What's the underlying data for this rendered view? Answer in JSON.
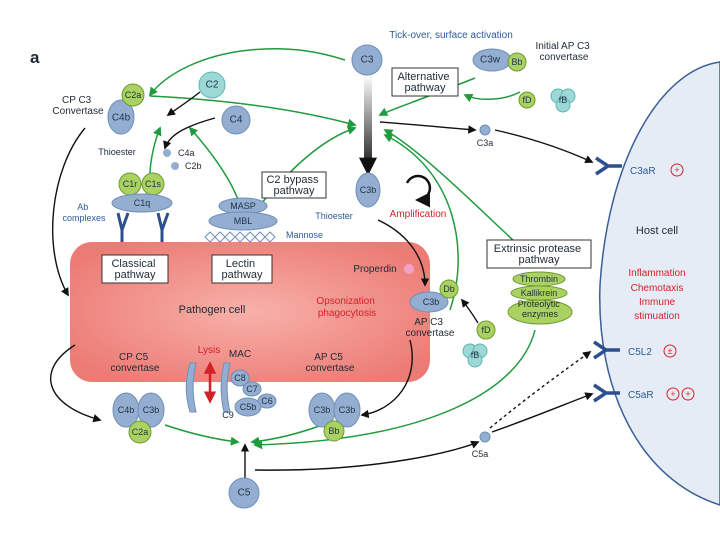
{
  "panel_letter": "a",
  "colors": {
    "blue_protein": "#93aed0",
    "blue_protein_stroke": "#6f8fb8",
    "green_protein": "#a9d262",
    "green_protein_stroke": "#6f9a30",
    "teal_protein": "#9bd8d6",
    "pathogen_fill": "#f18d86",
    "host_cell_fill": "#e6ecf5",
    "host_cell_stroke": "#3a5f98",
    "arrow_green": "#1f9a3c",
    "arrow_black": "#111111",
    "text_red": "#d42128",
    "text_blue": "#2d5b9a",
    "properdin_pink": "#f0a3c7"
  },
  "labels": {
    "tickover": "Tick-over, surface activation",
    "initial_ap": [
      "Initial AP C3",
      "convertase"
    ],
    "cp_c3_convertase": [
      "CP C3",
      "Convertase"
    ],
    "alternative_pathway": [
      "Alternative",
      "pathway"
    ],
    "c2_bypass": [
      "C2 bypass",
      "pathway"
    ],
    "classical_pathway": [
      "Classical",
      "pathway"
    ],
    "lectin_pathway": [
      "Lectin",
      "pathway"
    ],
    "extrinsic_protease": [
      "Extrinsic protease",
      "pathway"
    ],
    "thioester_left": "Thioester",
    "thioester_mid": "Thioester",
    "amplification": "Amplification",
    "ab_complexes": [
      "Ab",
      "complexes"
    ],
    "mannose": "Mannose",
    "properdin": "Properdin",
    "pathogen_cell": "Pathogen cell",
    "opsonization": [
      "Opsonization",
      "phagocytosis"
    ],
    "ap_c3_convertase": [
      "AP C3",
      "convertase"
    ],
    "lysis": "Lysis",
    "mac": "MAC",
    "cp_c5_convertase": [
      "CP C5",
      "convertase"
    ],
    "ap_c5_convertase": [
      "AP C5",
      "convertase"
    ],
    "host_cell": "Host cell",
    "host_effects": [
      "Inflammation",
      "Chemotaxis",
      "Immune",
      "stimuation"
    ],
    "c3a": "C3a",
    "c4a": "C4a",
    "c2b": "C2b",
    "c5a": "C5a"
  },
  "molecules": {
    "c3_top": "C3",
    "c3w": "C3w",
    "bb_top": "Bb",
    "fd_top": "fD",
    "fb_top": "fB",
    "c2a_cp": "C2a",
    "c4b_cp": "C4b",
    "c2_free": "C2",
    "c4_free": "C4",
    "c1r": "C1r",
    "c1s": "C1s",
    "c1q": "C1q",
    "masp": "MASP",
    "mbl": "MBL",
    "c3b_mid": "C3b",
    "db": "Db",
    "c3b_ap": "C3b",
    "fd_mid": "fD",
    "fb_mid": "fB",
    "thrombin": "Thrombin",
    "kallikrein": "Kallikrein",
    "proteolytic": [
      "Proteolytic",
      "enzymes"
    ],
    "c8": "C8",
    "c7": "C7",
    "c6": "C6",
    "c5b": "C5b",
    "c9": "C9",
    "c4b_c5": "C4b",
    "c3b_c5": "C3b",
    "c2a_c5": "C2a",
    "c3b_ap5_a": "C3b",
    "c3b_ap5_b": "C3b",
    "bb_ap5": "Bb",
    "c5": "C5"
  },
  "receptors": {
    "c3ar": "C3aR",
    "c5l2": "C5L2",
    "c5ar": "C5aR",
    "c3ar_sign": "+",
    "c5l2_sign": "±",
    "c5ar_signs": [
      "+",
      "+"
    ]
  }
}
